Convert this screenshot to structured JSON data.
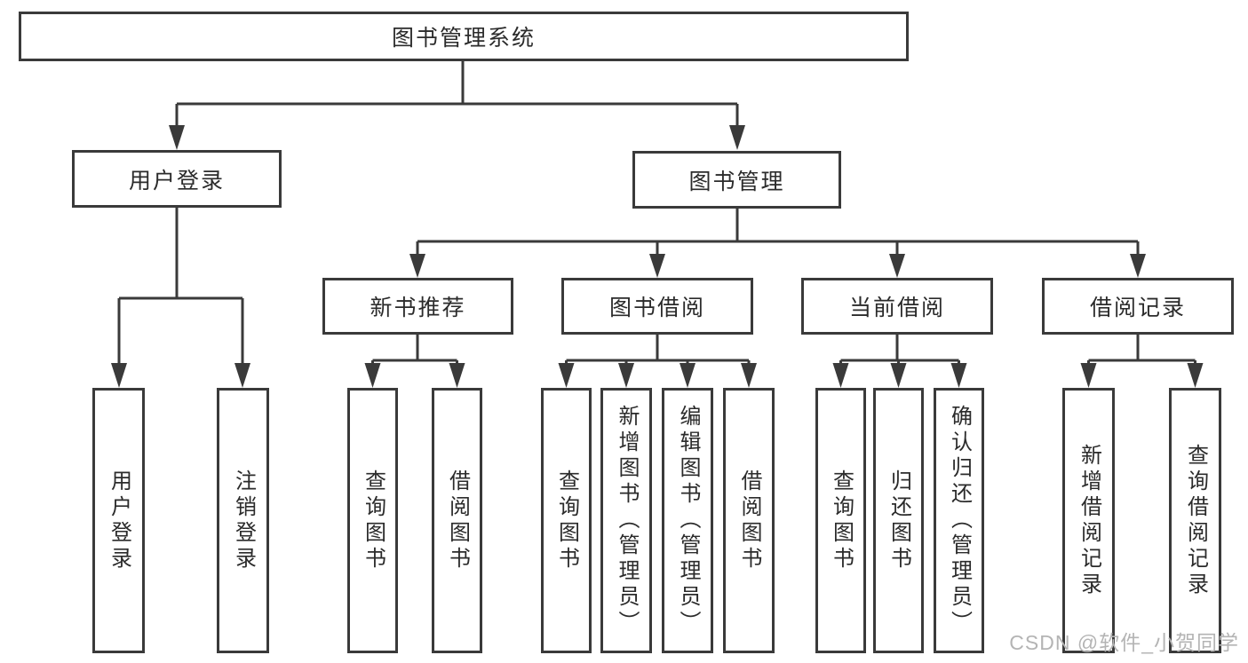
{
  "diagram": {
    "root": {
      "label": "图书管理系统"
    },
    "user_login": {
      "label": "用户登录",
      "children": [
        "用户登录",
        "注销登录"
      ]
    },
    "book_mgmt": {
      "label": "图书管理",
      "sections": [
        {
          "label": "新书推荐",
          "children": [
            "查询图书",
            "借阅图书"
          ]
        },
        {
          "label": "图书借阅",
          "children": [
            "查询图书",
            "新增图书（管理员）",
            "编辑图书（管理员）",
            "借阅图书"
          ]
        },
        {
          "label": "当前借阅",
          "children": [
            "查询图书",
            "归还图书",
            "确认归还（管理员）"
          ]
        },
        {
          "label": "借阅记录",
          "children": [
            "新增借阅记录",
            "查询借阅记录"
          ]
        }
      ]
    }
  },
  "watermark": "CSDN @软件_小贺同学",
  "colors": {
    "line": "#3a3a3a",
    "text": "#2b2b2b",
    "watermark": "#b4b4b4",
    "background": "#ffffff"
  }
}
